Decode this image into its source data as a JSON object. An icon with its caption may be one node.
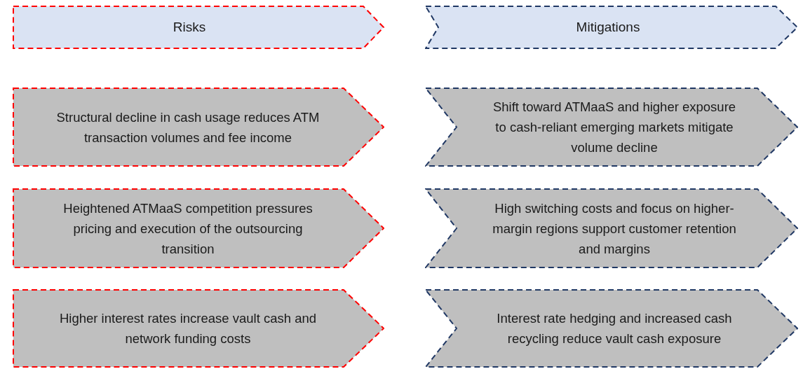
{
  "diagram": {
    "nodes": [
      {
        "text": [
          "Risks"
        ]
      },
      {
        "text": [
          "Mitigations"
        ]
      },
      {
        "text": [
          "Structural decline in cash usage reduces ATM transaction volumes and fee income"
        ]
      },
      {
        "text": [
          "Shift toward ATMaaS and higher exposure to cash-reliant emerging markets mitigate volume decline"
        ]
      },
      {
        "text": [
          "Heightened ATMaaS competition pressures pricing and execution of the outsourcing transition"
        ]
      },
      {
        "text": [
          "High switching costs and focus on higher-margin regions support customer retention and margins"
        ]
      },
      {
        "text": [
          "Higher interest rates increase vault cash and network funding costs"
        ]
      },
      {
        "text": [
          "Interest rate hedging and increased cash recycling reduce vault cash exposure"
        ]
      }
    ]
  }
}
